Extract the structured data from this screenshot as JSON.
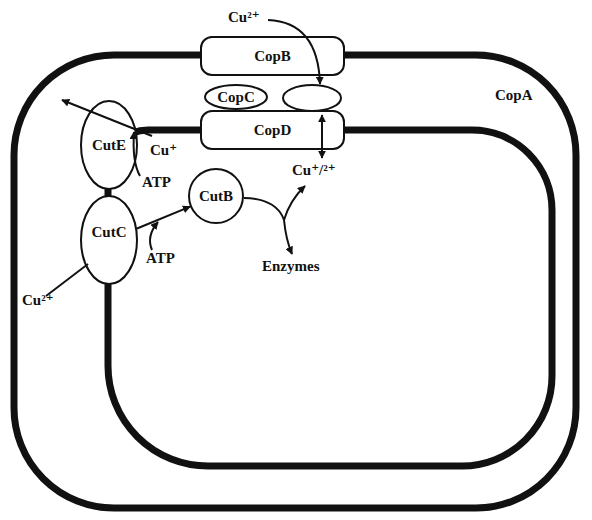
{
  "diagram": {
    "nodes": [
      {
        "text": [
          "CopB"
        ]
      },
      {
        "text": [
          "CopC"
        ]
      },
      {
        "text": [
          "CopA"
        ]
      },
      {
        "text": [
          "CopD"
        ]
      },
      {
        "text": [
          "CutE"
        ]
      },
      {
        "text": [
          "CutB"
        ]
      },
      {
        "text": [
          "CutC"
        ]
      }
    ],
    "edges": [
      {
        "from": 6,
        "to": 5,
        "arrow": "to"
      }
    ],
    "labels": [
      "Cu²⁺",
      "Cu⁺/²⁺",
      "Cu⁺",
      "ATP",
      "ATP",
      "Enzymes",
      "Cu²⁺"
    ]
  }
}
